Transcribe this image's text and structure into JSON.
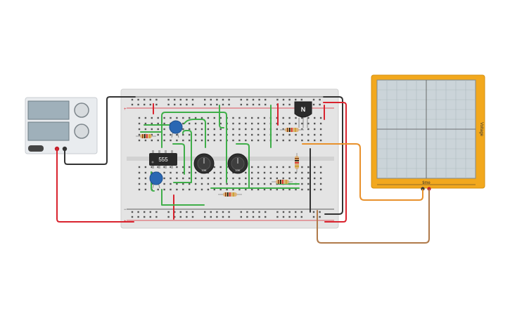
{
  "circuit": {
    "ic_label": "555",
    "pot_left_label": "10K",
    "pot_right_label": "10K",
    "transistor_label": "N",
    "oscilloscope": {
      "x_axis_label": "time",
      "y_axis_label": "Voltage"
    }
  },
  "colors": {
    "board": "#e6e6e6",
    "wire_green": "#3fae49",
    "wire_red": "#d9232e",
    "wire_black": "#333333",
    "wire_orange": "#e8912c",
    "wire_brown": "#b07a4a",
    "scope_frame": "#f2a81d",
    "scope_screen": "#cbd4d9"
  }
}
